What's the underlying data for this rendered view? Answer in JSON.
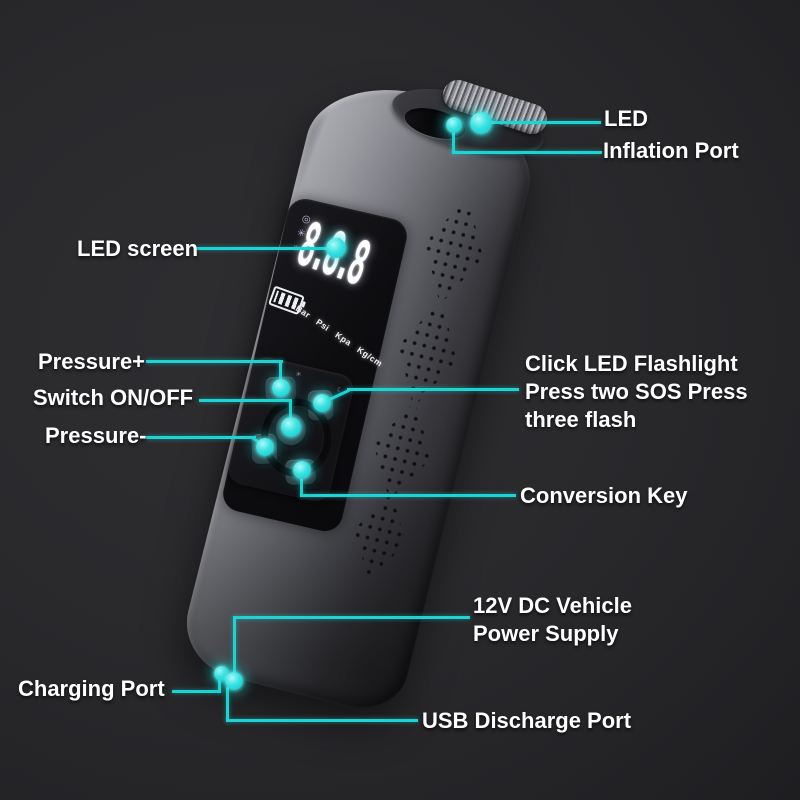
{
  "colors": {
    "accent": "#1bd4d3",
    "label_text": "#ffffff",
    "background": "#242427"
  },
  "device": {
    "screen": {
      "digits": "8.8.8",
      "units": "Bar Psi Kpa Kg/cm",
      "icon_top": "◎",
      "icon_mid": "✳",
      "icon_low": "☼"
    }
  },
  "labels": {
    "led": {
      "text": "LED"
    },
    "inflation_port": {
      "text": "Inflation Port"
    },
    "led_screen": {
      "text": "LED screen"
    },
    "pressure_plus": {
      "text": "Pressure+"
    },
    "switch_on_off": {
      "text": "Switch ON/OFF"
    },
    "pressure_minus": {
      "text": "Pressure-"
    },
    "flashlight": {
      "line1": "Click LED Flashlight",
      "line2": "Press two SOS Press",
      "line3": "three flash"
    },
    "conversion_key": {
      "text": "Conversion Key"
    },
    "dc_supply": {
      "line1": "12V DC Vehicle",
      "line2": "Power Supply"
    },
    "charging_port": {
      "text": "Charging Port"
    },
    "usb_discharge": {
      "text": "USB Discharge Port"
    }
  }
}
